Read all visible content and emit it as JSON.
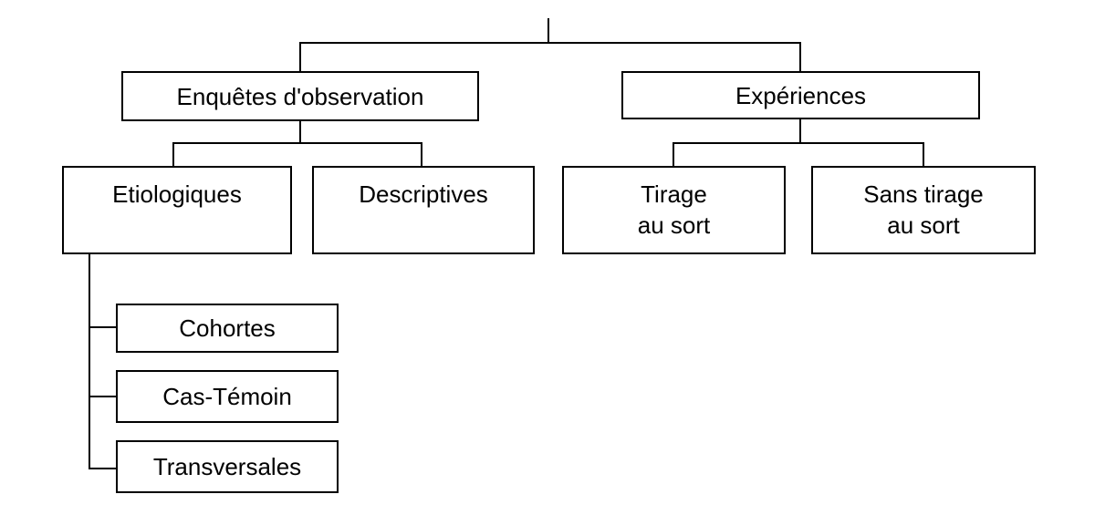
{
  "diagram": {
    "nodes": {
      "enquetes": {
        "label": "Enquêtes d'observation"
      },
      "experiences": {
        "label": "Expériences"
      },
      "etiologiques": {
        "label": "Etiologiques"
      },
      "descriptives": {
        "label": "Descriptives"
      },
      "tirage": {
        "line1": "Tirage",
        "line2": "au sort"
      },
      "sans_tirage": {
        "line1": "Sans tirage",
        "line2": "au sort"
      },
      "cohortes": {
        "label": "Cohortes"
      },
      "cas_temoin": {
        "label": "Cas-Témoin"
      },
      "transversales": {
        "label": "Transversales"
      }
    }
  }
}
